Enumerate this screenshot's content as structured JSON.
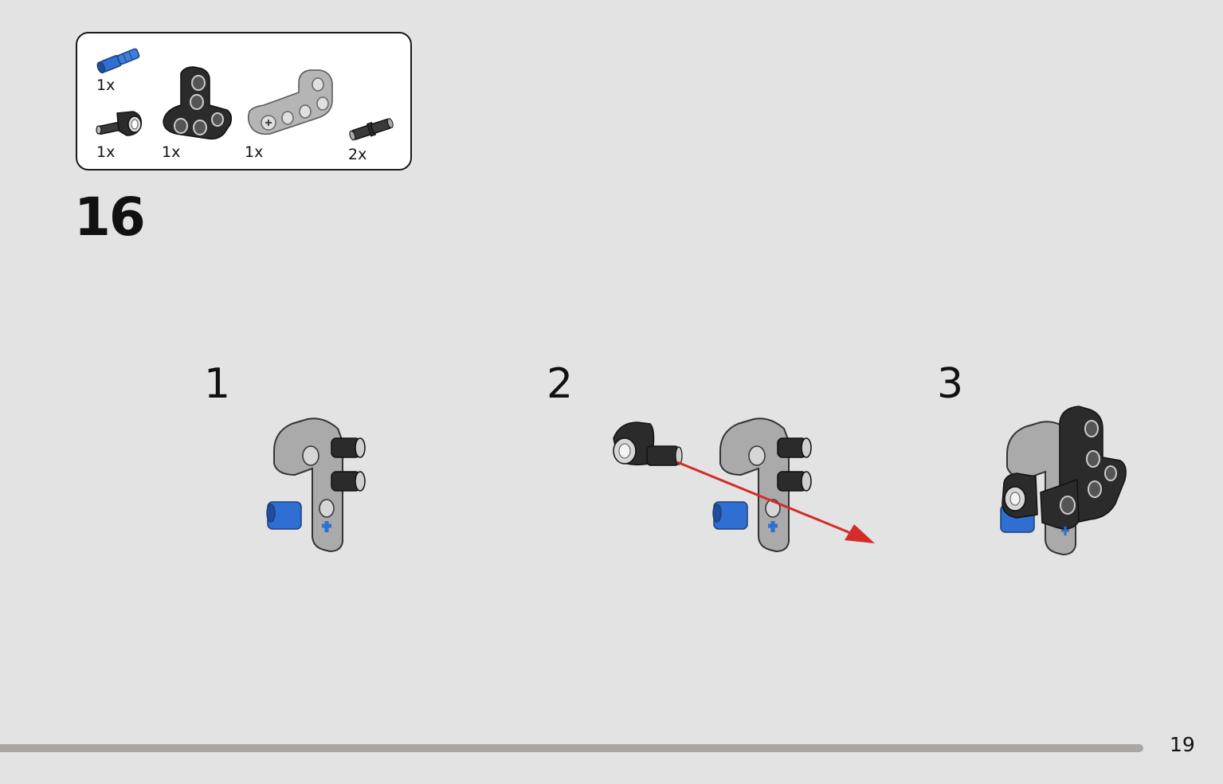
{
  "parts_list": {
    "items": [
      {
        "name": "blue-axle-pin",
        "qty": "1x"
      },
      {
        "name": "black-pin-bush",
        "qty": "1x"
      },
      {
        "name": "black-t-beam",
        "qty": "1x"
      },
      {
        "name": "grey-bent-beam",
        "qty": "1x"
      },
      {
        "name": "black-friction-pin",
        "qty": "2x"
      }
    ]
  },
  "step": {
    "number": "16"
  },
  "substeps": [
    {
      "number": "1"
    },
    {
      "number": "2"
    },
    {
      "number": "3"
    }
  ],
  "footer": {
    "page_number": "19"
  },
  "colors": {
    "background": "#e3e3e3",
    "light_grey_part": "#a9aaa9",
    "black_part": "#2b2b2b",
    "blue_part": "#2f6fd1",
    "arrow_red": "#d42b2b",
    "progress_bar": "#a9a6a3"
  }
}
